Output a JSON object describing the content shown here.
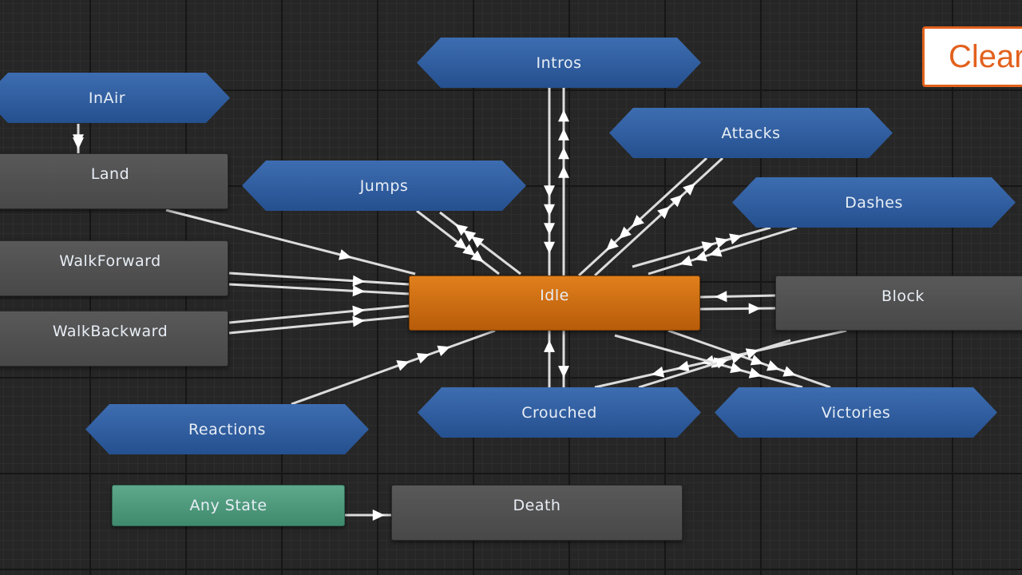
{
  "nodes": {
    "inair": "InAir",
    "land": "Land",
    "walkforward": "WalkForward",
    "walkbackward": "WalkBackward",
    "intros": "Intros",
    "attacks": "Attacks",
    "jumps": "Jumps",
    "dashes": "Dashes",
    "idle": "Idle",
    "block": "Block",
    "crouched": "Crouched",
    "victories": "Victories",
    "reactions": "Reactions",
    "any_state": "Any State",
    "death": "Death"
  },
  "overlay": {
    "clear_label": "Clear"
  },
  "colors": {
    "background": "#262626",
    "state": "#4b4b4b",
    "default_state": "#c8680f",
    "state_machine": "#2f5d9f",
    "any_state": "#4f9a7d",
    "transition": "#dcdcdc",
    "overlay_accent": "#e2611d"
  }
}
